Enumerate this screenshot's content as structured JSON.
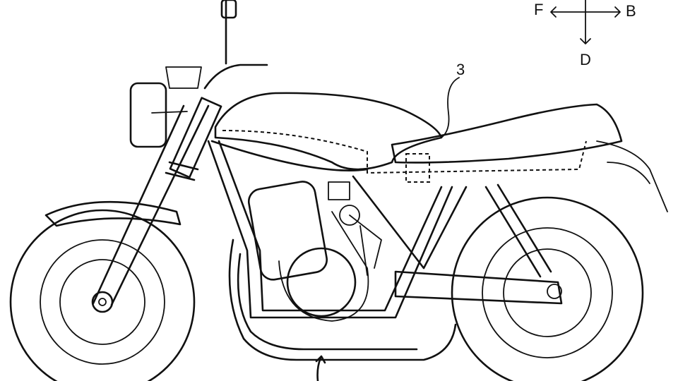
{
  "direction_indicator": {
    "front": "F",
    "back": "B",
    "down": "D"
  },
  "reference_numerals": {
    "seat": "3"
  },
  "colors": {
    "line": "#111111",
    "background": "#ffffff"
  }
}
